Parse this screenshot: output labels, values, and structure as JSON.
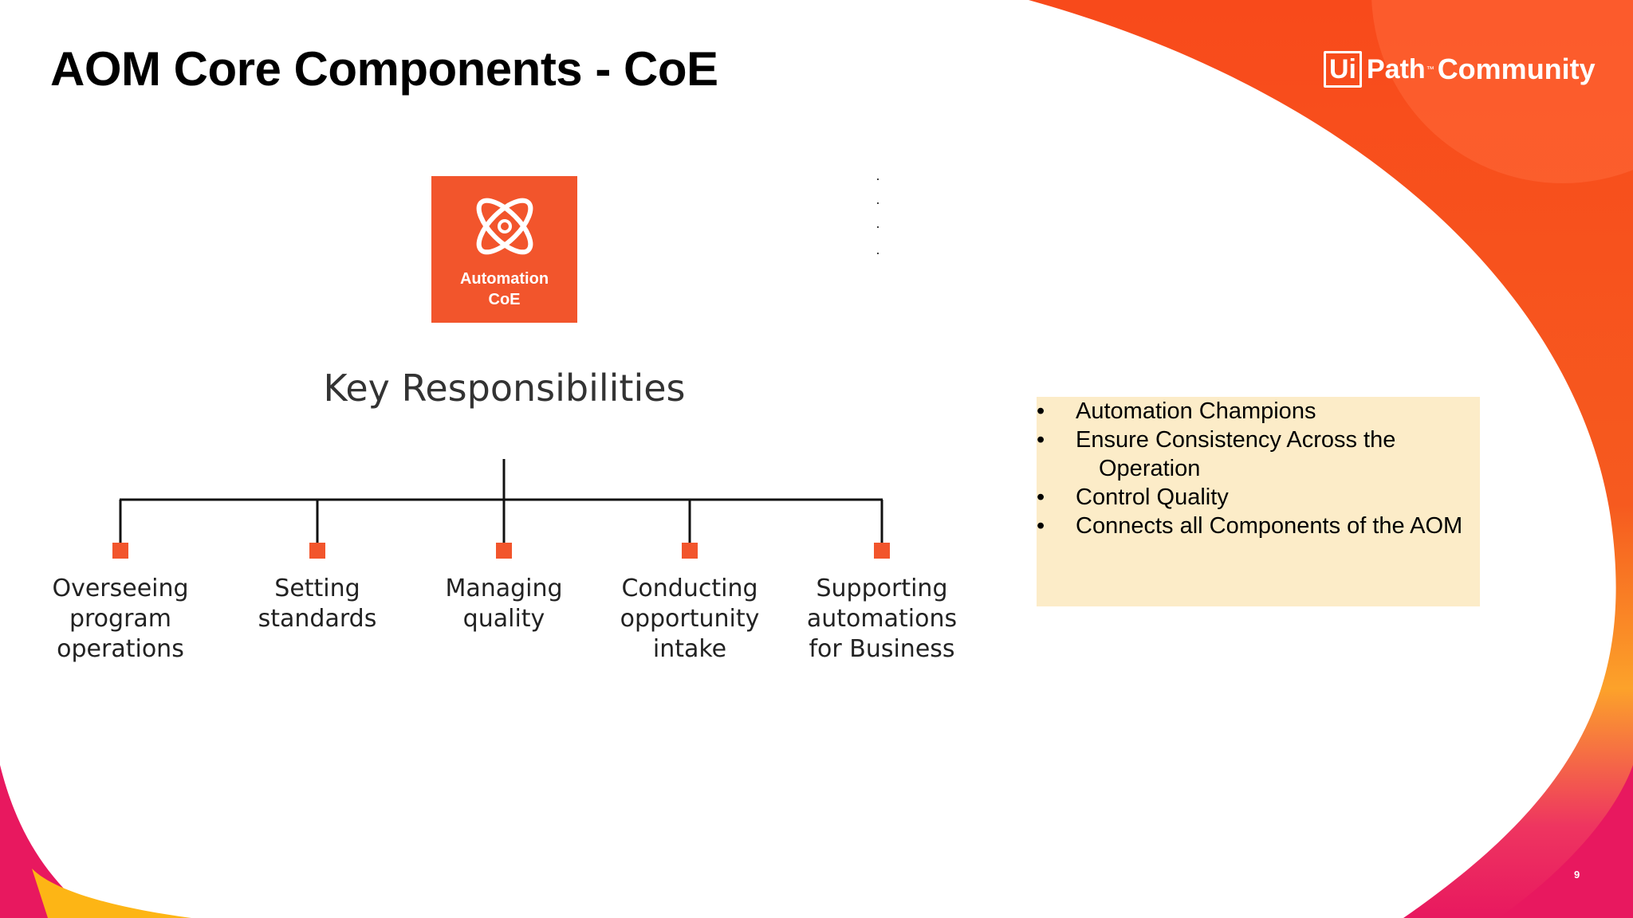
{
  "slide": {
    "title": "AOM Core Components - CoE",
    "page_number": "9"
  },
  "logo": {
    "box": "Ui",
    "path": "Path",
    "tm": "™",
    "community": "Community"
  },
  "coe_tile": {
    "line1": "Automation",
    "line2": "CoE",
    "icon": "atom-icon"
  },
  "key_responsibilities": {
    "title": "Key Responsibilities",
    "items": [
      {
        "lines": [
          "Overseeing",
          "program",
          "operations"
        ]
      },
      {
        "lines": [
          "Setting",
          "standards"
        ]
      },
      {
        "lines": [
          "Managing",
          "quality"
        ]
      },
      {
        "lines": [
          "Conducting",
          "opportunity",
          "intake"
        ]
      },
      {
        "lines": [
          "Supporting",
          "automations",
          "for Business"
        ]
      }
    ]
  },
  "info_box": {
    "bullet": "•",
    "items": [
      {
        "text": "Automation Champions"
      },
      {
        "text": "Ensure Consistency Across the",
        "continuation": "Operation"
      },
      {
        "text": "Control Quality"
      },
      {
        "text": "Connects all Components of the AOM"
      }
    ]
  },
  "colors": {
    "accent_orange": "#f2552c",
    "deep_orange": "#fa4616",
    "magenta": "#e8185f",
    "yellow": "#fdb515",
    "info_box_bg": "#fcecc8"
  }
}
